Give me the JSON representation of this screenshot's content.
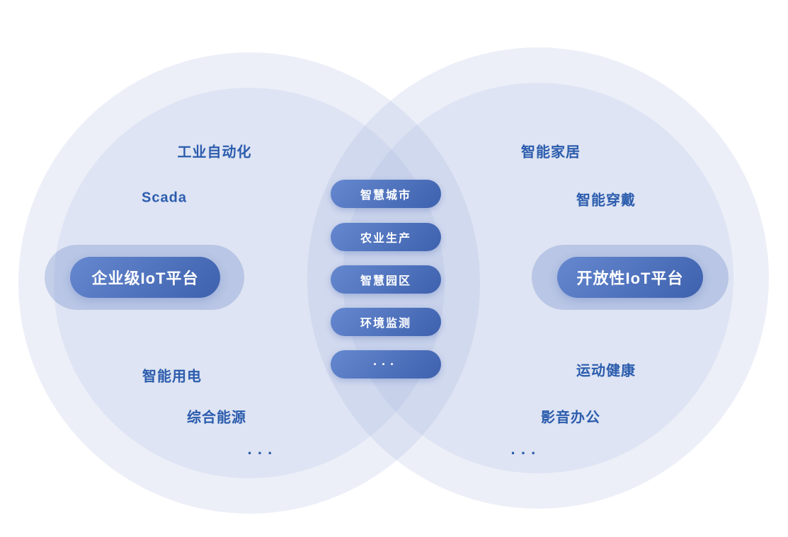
{
  "diagram": {
    "title": "IoT platform ecosystem venn diagram",
    "left_circle": {
      "platform_label": "企业级IoT平台",
      "items": [
        "工业自动化",
        "Scada",
        "智能用电",
        "综合能源"
      ],
      "more": "···"
    },
    "right_circle": {
      "platform_label": "开放性IoT平台",
      "items": [
        "智能家居",
        "智能穿戴",
        "运动健康",
        "影音办公"
      ],
      "more": "···"
    },
    "center_overlap": {
      "pills": [
        "智慧城市",
        "农业生产",
        "智慧园区",
        "环境监测"
      ],
      "more": "···"
    },
    "colors": {
      "circle_fill_light": "#ECEFF8",
      "circle_fill_inner": "#DFE5F3",
      "overlap_fill": "#CBD4EB",
      "halo_fill": "#BDCAE6",
      "pill_gradient_start": "#6588CF",
      "pill_gradient_end": "#3E61AE",
      "label_text": "#2B5CAD",
      "pill_text": "#FFFFFF",
      "background": "#FFFFFF"
    }
  }
}
